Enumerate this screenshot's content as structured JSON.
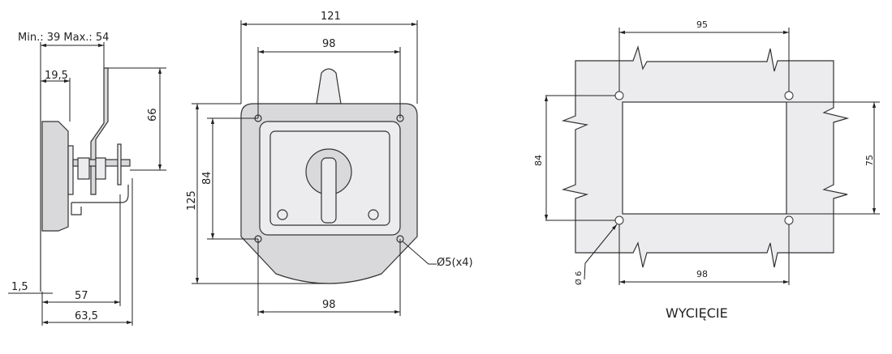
{
  "side_view": {
    "grip_range": "Min.: 39 Max.: 54",
    "dim_19_5": "19,5",
    "dim_66": "66",
    "dim_1_5": "1,5",
    "dim_57": "57",
    "dim_63_5": "63,5"
  },
  "front_view": {
    "dim_width_overall": "121",
    "dim_width_top": "98",
    "dim_height_inner": "84",
    "dim_height_overall": "125",
    "dim_width_bottom": "98",
    "hole_callout": "Ø5(x4)"
  },
  "cutout_view": {
    "dim_hole_spacing_top": "95",
    "dim_hole_spacing_vertical": "84",
    "dim_cutout_height": "75",
    "dim_cutout_width": "98",
    "hole_diameter": "Ø 6",
    "title": "WYCIĘCIE"
  }
}
